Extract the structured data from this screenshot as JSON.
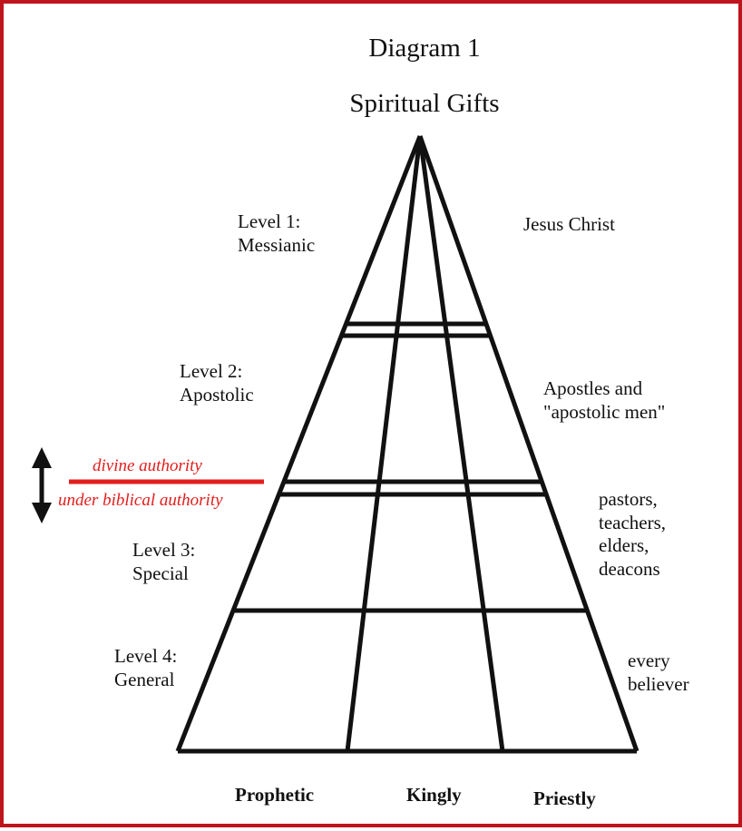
{
  "title": "Diagram 1",
  "subtitle": "Spiritual Gifts",
  "levels": [
    {
      "name": "Level 1:",
      "desc": "Messianic",
      "holders": [
        "Jesus Christ"
      ]
    },
    {
      "name": "Level 2:",
      "desc": "Apostolic",
      "holders": [
        "Apostles and",
        "\"apostolic men\""
      ]
    },
    {
      "name": "Level 3:",
      "desc": "Special",
      "holders": [
        "pastors,",
        "teachers,",
        "elders,",
        "deacons"
      ]
    },
    {
      "name": "Level 4:",
      "desc": "General",
      "holders": [
        "every",
        "believer"
      ]
    }
  ],
  "columns": [
    "Prophetic",
    "Kingly",
    "Priestly"
  ],
  "authority": {
    "above": "divine authority",
    "below": "under biblical  authority"
  },
  "colors": {
    "frame": "#c0141c",
    "accent": "#e31d1d",
    "lines": "#111111"
  }
}
